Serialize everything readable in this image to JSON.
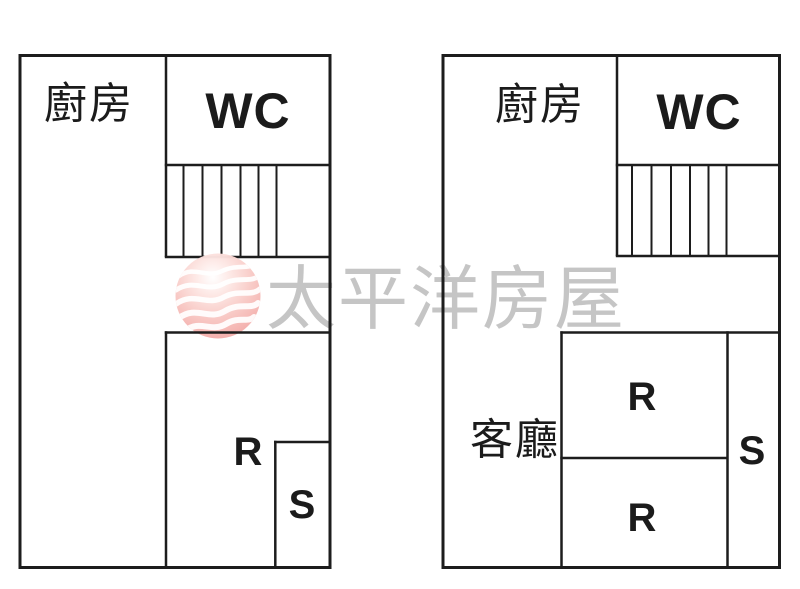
{
  "watermark": {
    "brand_text": "太平洋房屋",
    "text_color": "#c5c5c5",
    "logo_name": "pacific-wave-sphere-logo",
    "logo_colors": {
      "sphere_base": "#f2a5a3",
      "sphere_highlight": "#ffffff",
      "waves": "#ffffff"
    }
  },
  "floor_plans": [
    {
      "name": "left-unit",
      "labels": {
        "kitchen": "廚房",
        "wc": "WC",
        "room": "R",
        "storage": "S"
      }
    },
    {
      "name": "right-unit",
      "labels": {
        "kitchen": "廚房",
        "wc": "WC",
        "living_room": "客廳",
        "room_upper": "R",
        "room_lower": "R",
        "storage": "S"
      }
    }
  ],
  "colors": {
    "wall": "#1d1d1d",
    "background": "#ffffff"
  }
}
